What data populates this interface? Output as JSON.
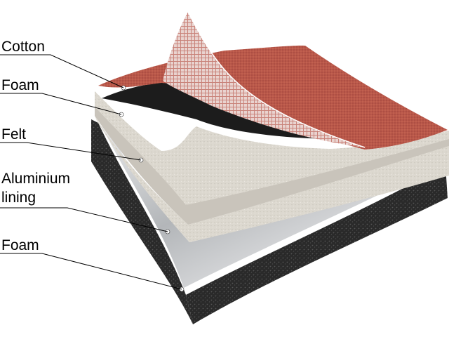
{
  "labels": {
    "cotton": "Cotton",
    "foam_top": "Foam",
    "felt": "Felt",
    "aluminium_line1": "Aluminium",
    "aluminium_line2": "lining",
    "foam_bottom": "Foam"
  },
  "layers": [
    {
      "name": "Cotton",
      "color": "#b8574a"
    },
    {
      "name": "Foam",
      "color": "#e6e1d6"
    },
    {
      "name": "Felt",
      "color": "#d2cdc4"
    },
    {
      "name": "Aluminium lining",
      "color": "#c9cbcd"
    },
    {
      "name": "Foam",
      "color": "#2b2b2b"
    }
  ]
}
